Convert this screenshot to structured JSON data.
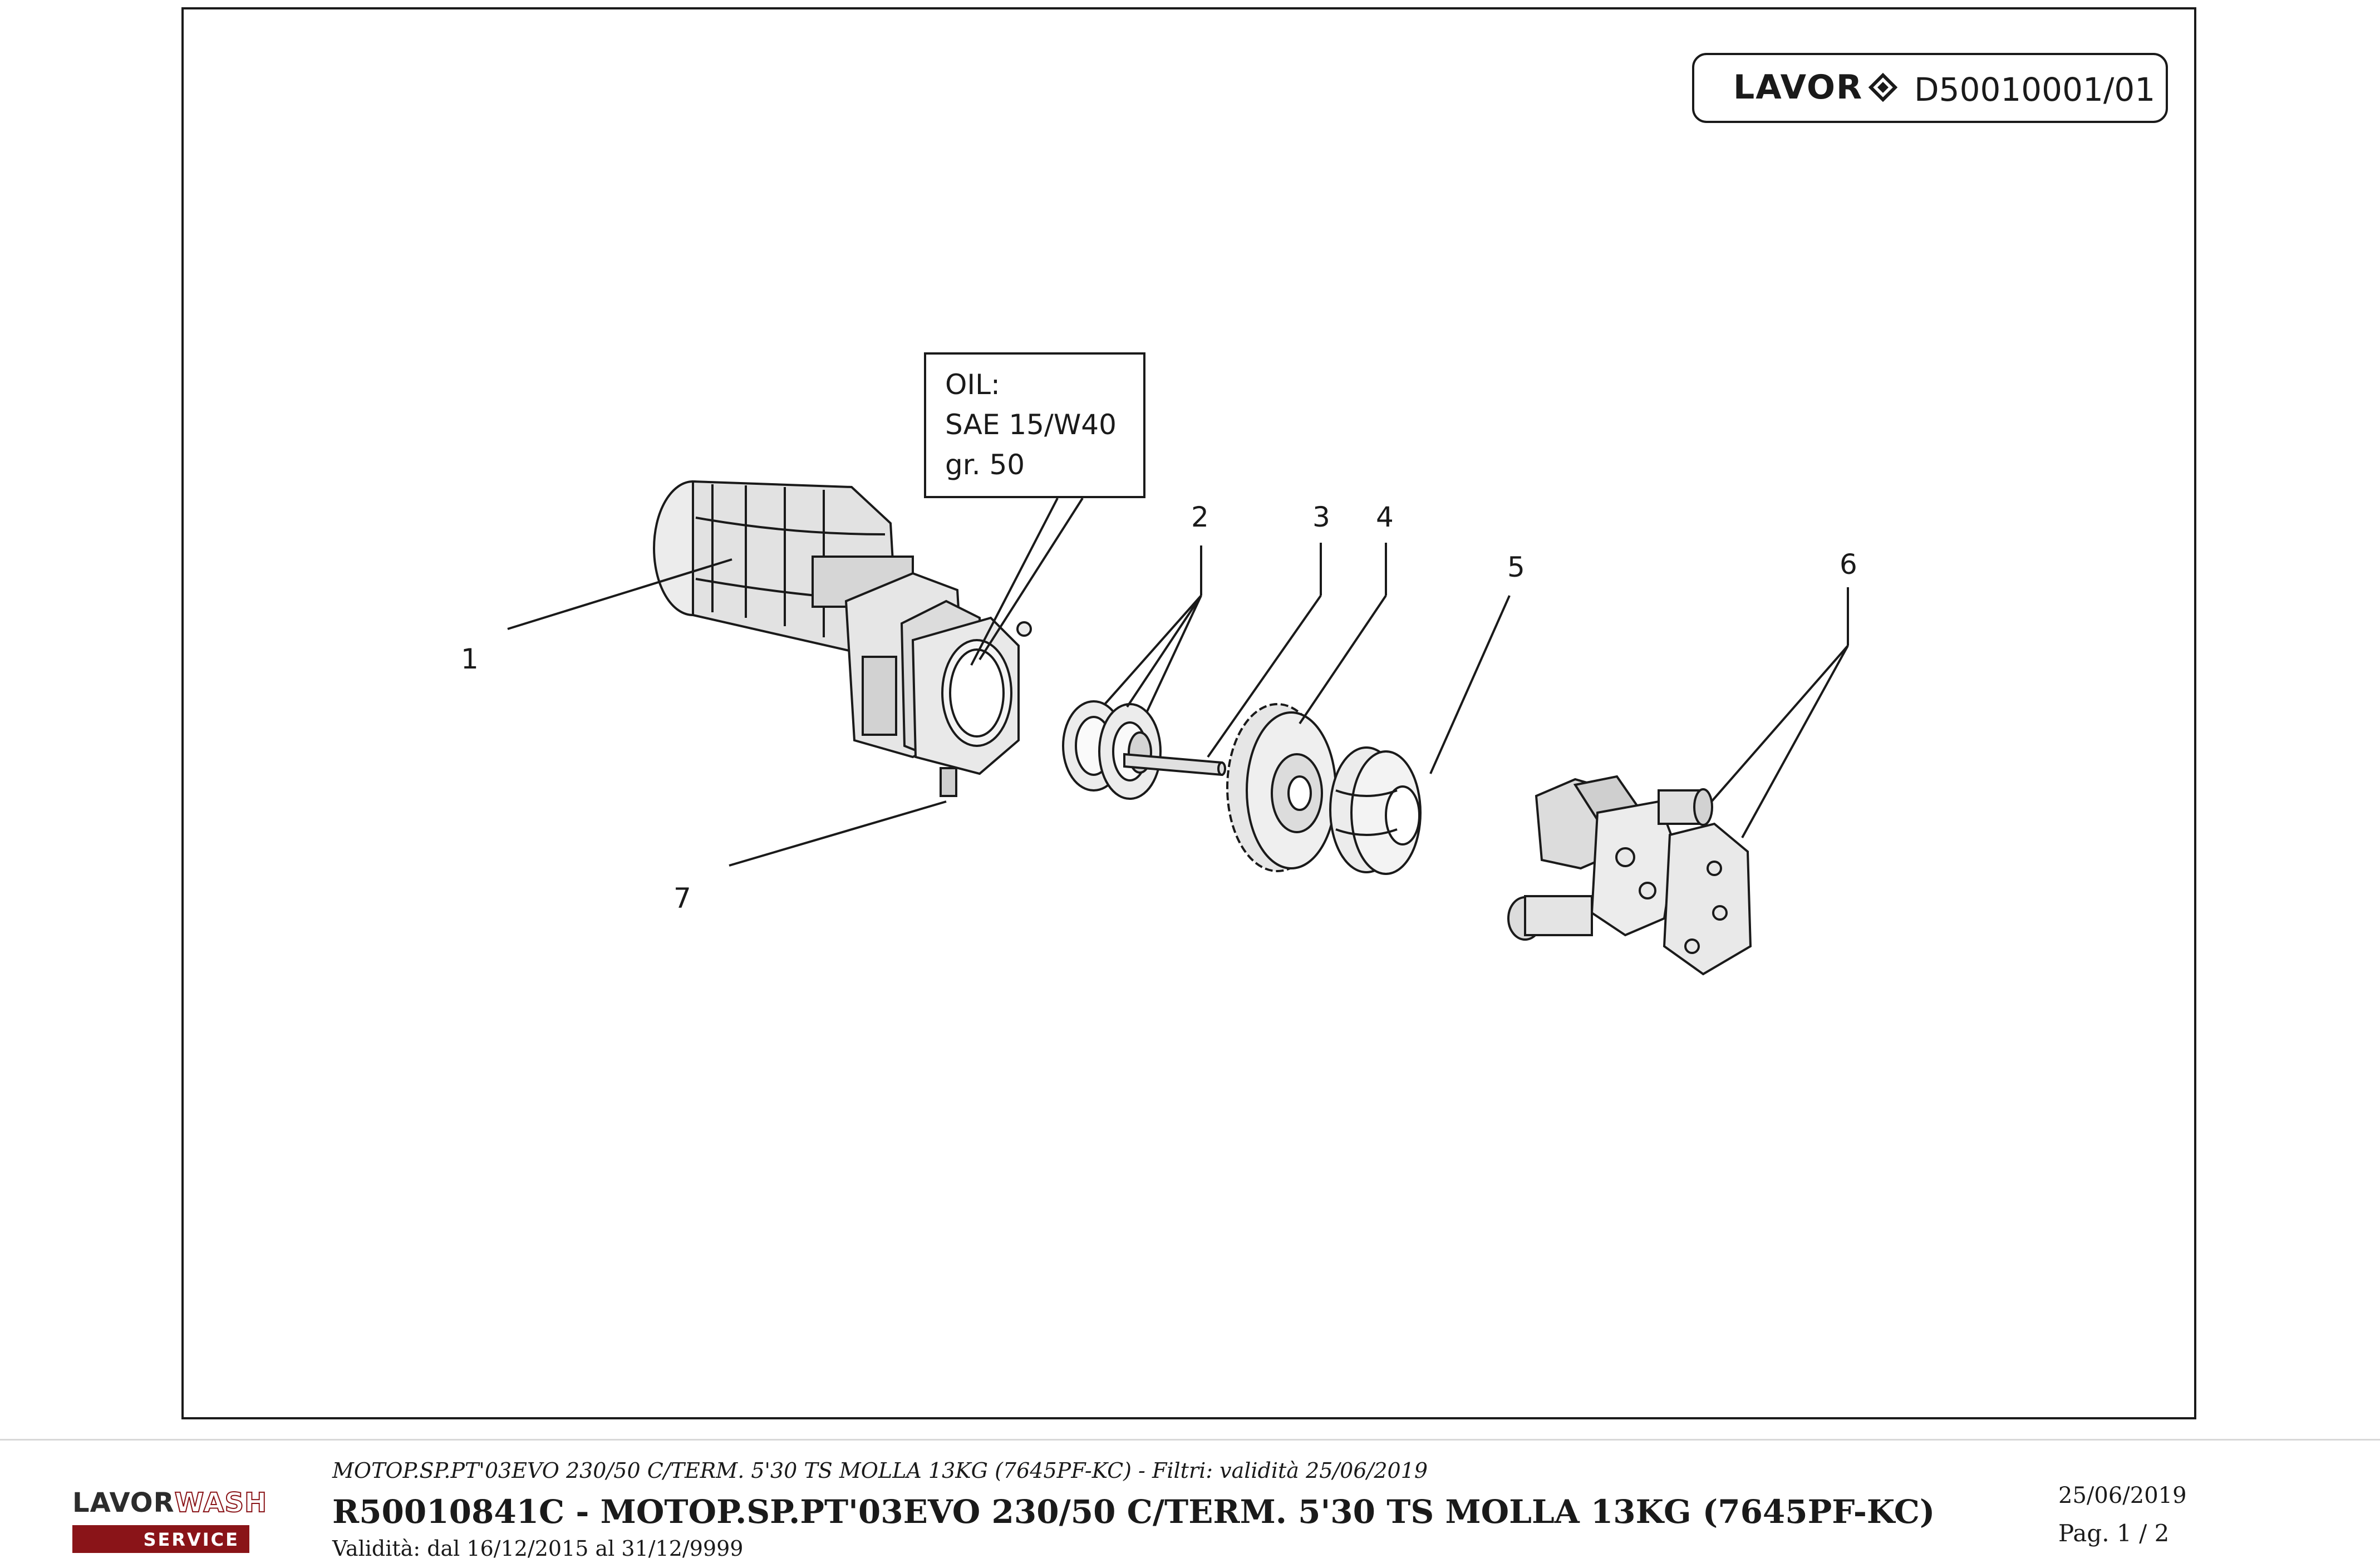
{
  "header": {
    "brand": "LAVOR",
    "doc_code": "D50010001/01"
  },
  "oil_note": {
    "line1": "OIL:",
    "line2": "SAE 15/W40",
    "line3": "gr.  50"
  },
  "callouts": [
    "1",
    "2",
    "3",
    "4",
    "5",
    "6",
    "7"
  ],
  "footer": {
    "logo_brand": "LAVOR",
    "logo_word": "WASH",
    "logo_service": "SERVICE",
    "subtitle": "MOTOP.SP.PT'03EVO 230/50 C/TERM. 5'30 TS MOLLA 13KG (7645PF-KC) - Filtri: validità 25/06/2019",
    "title": "R50010841C - MOTOP.SP.PT'03EVO 230/50 C/TERM. 5'30 TS MOLLA 13KG (7645PF-KC)",
    "validity": "Validità: dal 16/12/2015 al 31/12/9999",
    "date": "25/06/2019",
    "page": "Pag. 1 / 2"
  },
  "colors": {
    "ink": "#1a1a1a",
    "part_fill": "#e9e9e9",
    "part_shade": "#bdbdbd",
    "brand_red": "#8a1418"
  }
}
